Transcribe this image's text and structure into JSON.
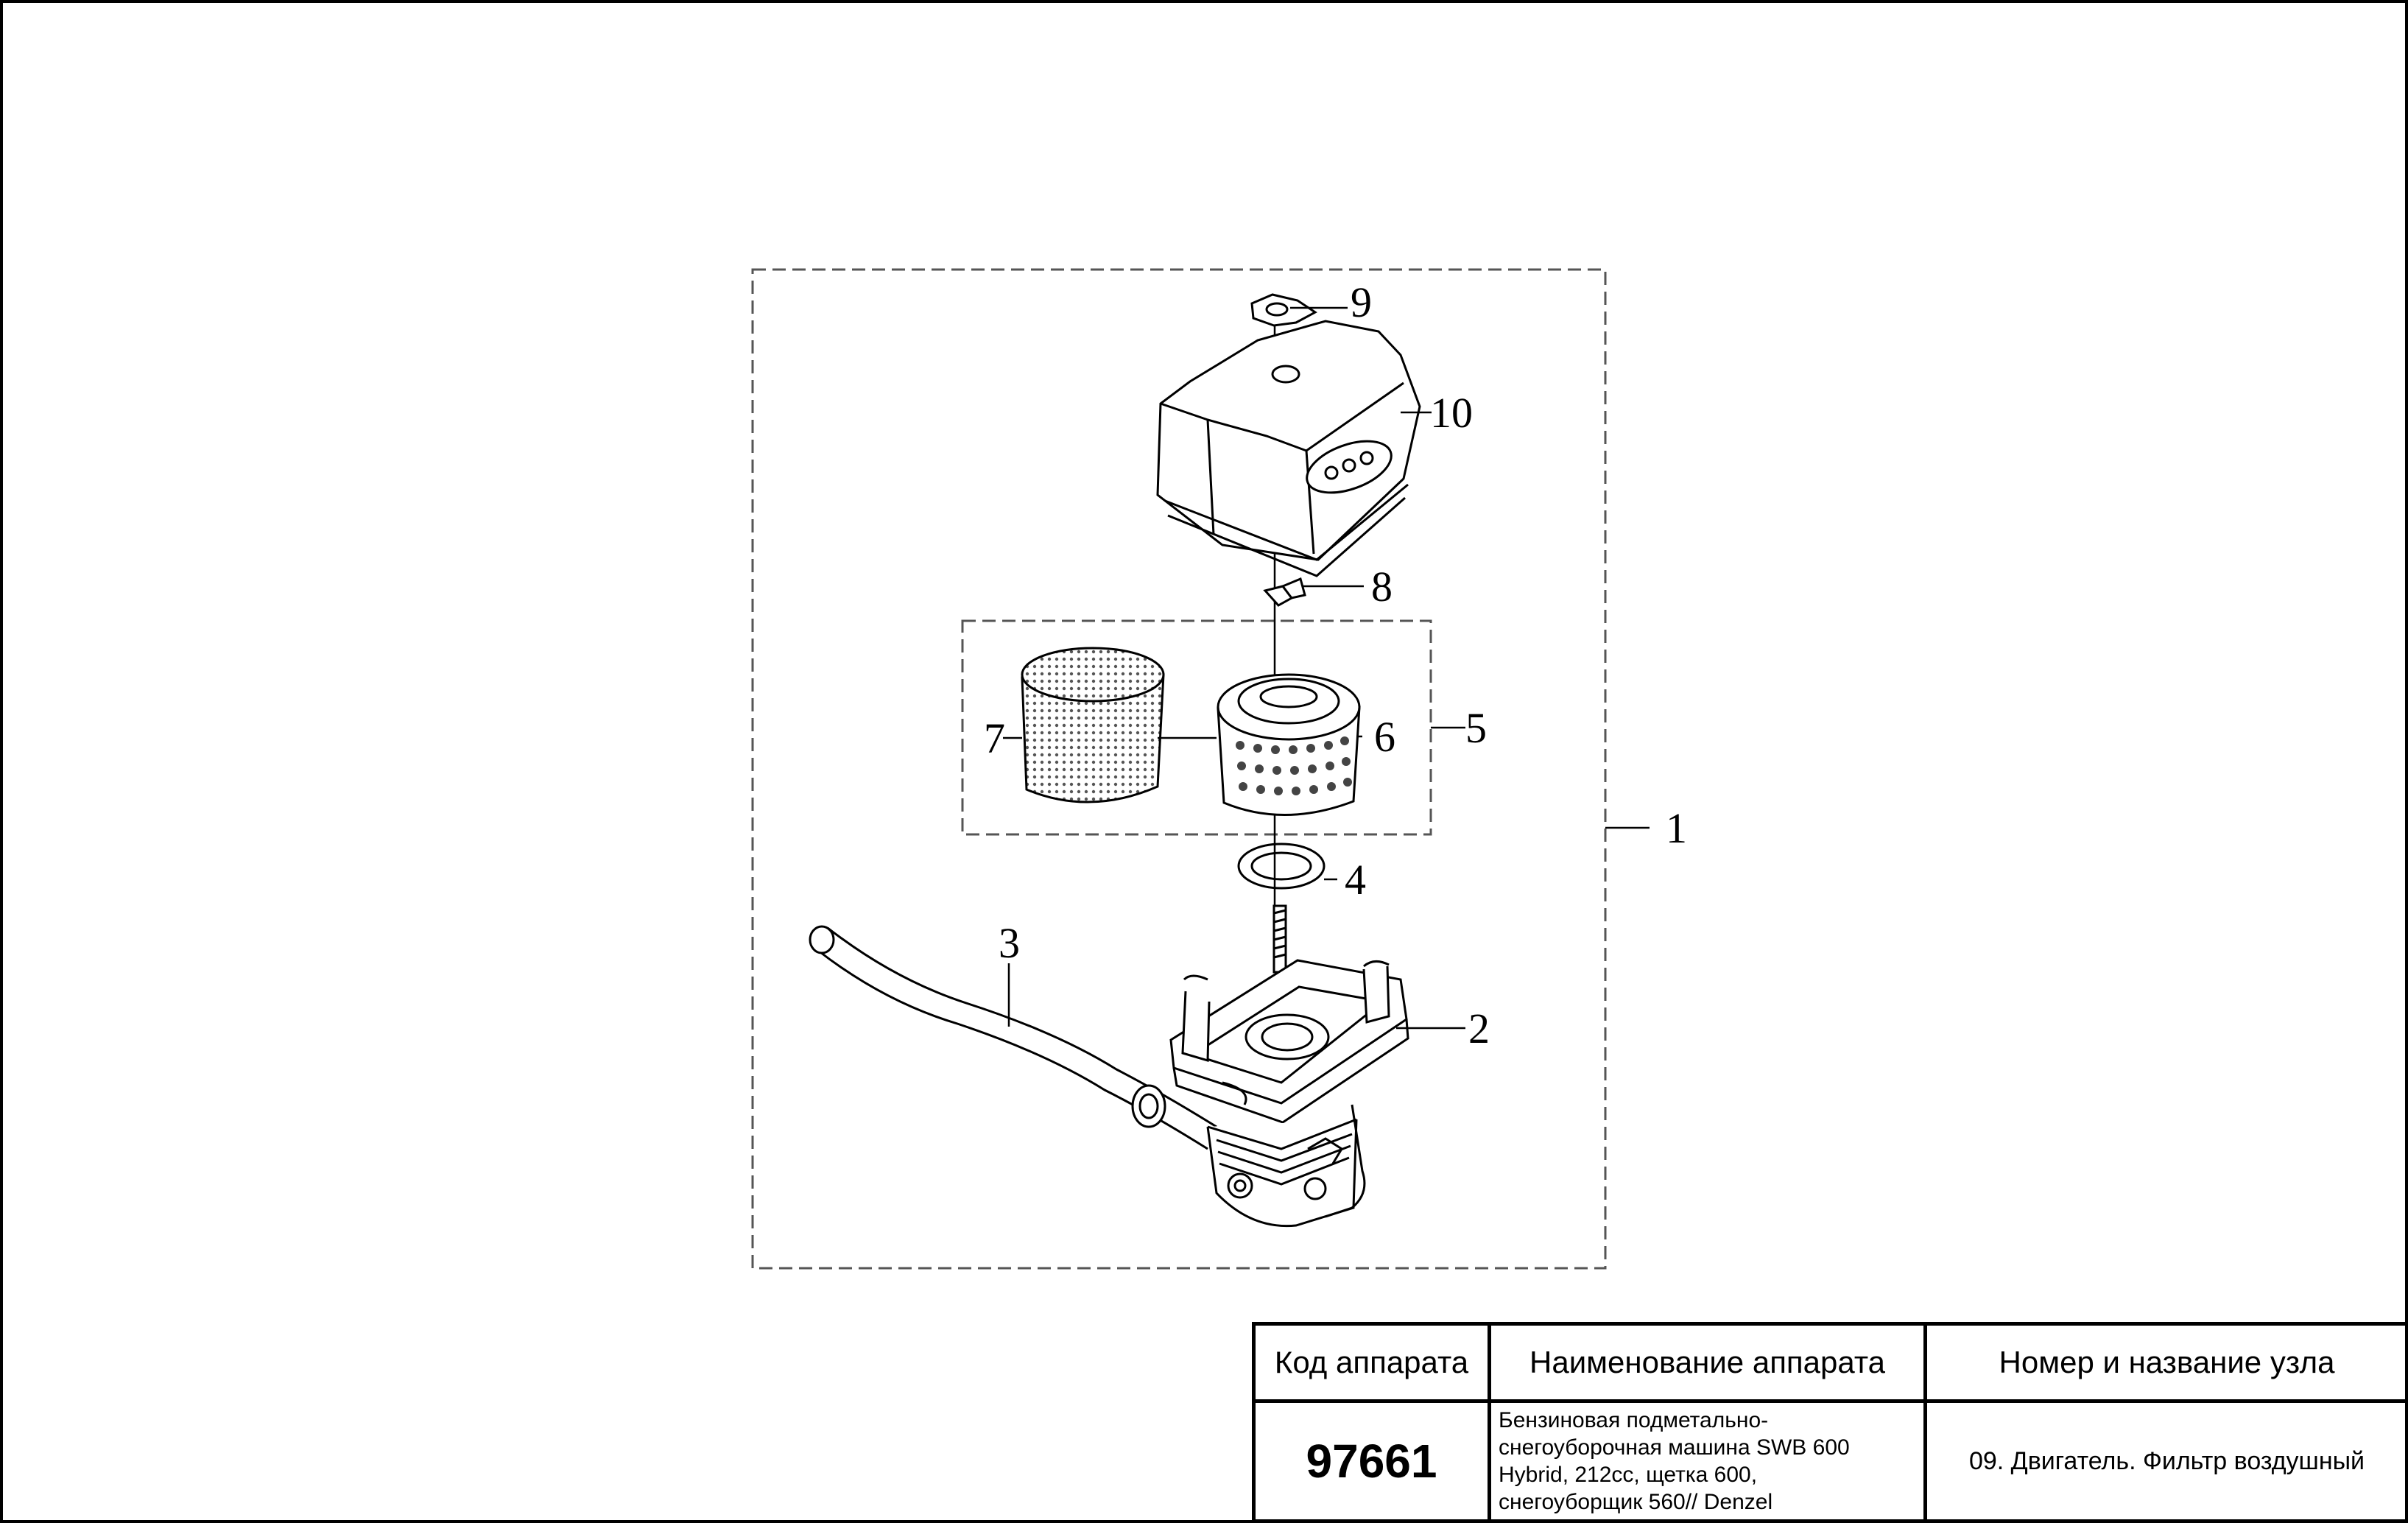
{
  "diagram": {
    "callouts": [
      {
        "id": "1",
        "label": "1"
      },
      {
        "id": "2",
        "label": "2"
      },
      {
        "id": "3",
        "label": "3"
      },
      {
        "id": "4",
        "label": "4"
      },
      {
        "id": "5",
        "label": "5"
      },
      {
        "id": "6",
        "label": "6"
      },
      {
        "id": "7",
        "label": "7"
      },
      {
        "id": "8",
        "label": "8"
      },
      {
        "id": "9",
        "label": "9"
      },
      {
        "id": "10",
        "label": "10"
      }
    ]
  },
  "title_block": {
    "headers": {
      "code": "Код аппарата",
      "name": "Наименование аппарата",
      "node": "Номер и название узла"
    },
    "code_value": "97661",
    "name_lines": [
      "Бензиновая подметально-",
      "снегоуборочная машина SWB 600",
      "Hybrid, 212cc, щетка 600,",
      "снегоуборщик 560// Denzel"
    ],
    "node_value": "09. Двигатель. Фильтр воздушный"
  }
}
